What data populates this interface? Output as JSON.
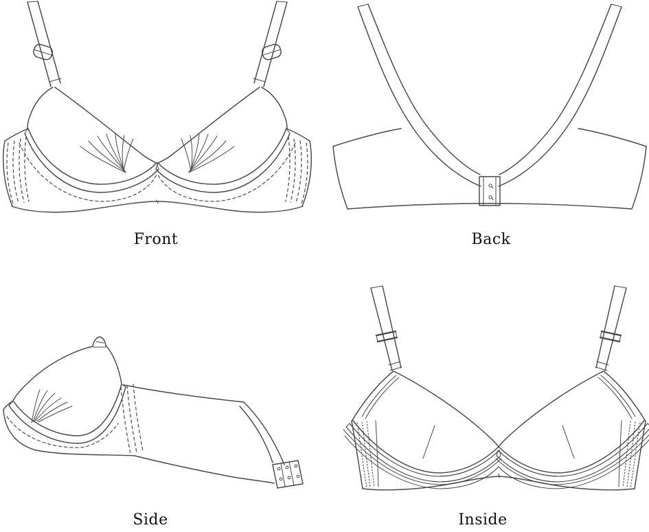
{
  "figure": {
    "kind": "garment-technical-flat",
    "subject": "Bra line drawing shown in four views",
    "views": [
      {
        "id": "front",
        "label": "Front"
      },
      {
        "id": "back",
        "label": "Back"
      },
      {
        "id": "side",
        "label": "Side"
      },
      {
        "id": "inside",
        "label": "Inside"
      }
    ],
    "colors": {
      "background": "#ffffff",
      "line": "#474747",
      "label_text": "#111111"
    }
  }
}
